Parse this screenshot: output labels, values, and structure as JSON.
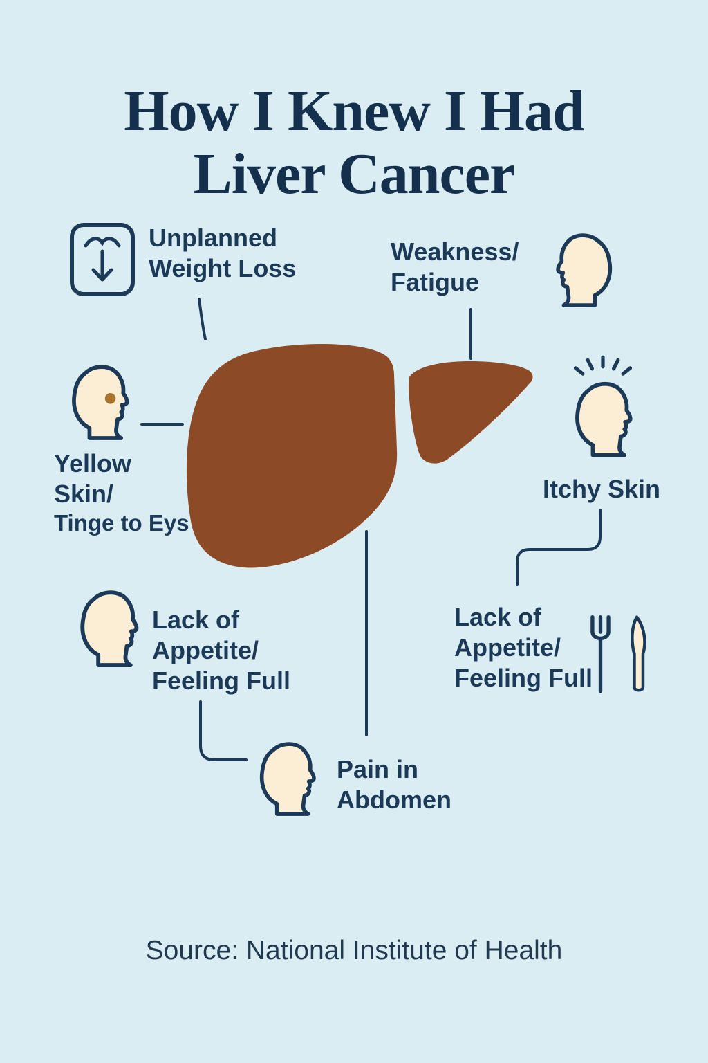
{
  "title": {
    "line1": "How I Knew I Had",
    "line2": "Liver Cancer"
  },
  "symptoms": {
    "weight_loss": {
      "line1": "Unplanned",
      "line2": "Weight Loss",
      "icon": "weight-scale-icon"
    },
    "weakness": {
      "line1": "Weakness/",
      "line2": "Fatigue",
      "icon": "head-profile-icon"
    },
    "yellow_skin": {
      "line1": "Yellow",
      "line2": "Skin/",
      "line3": "Tinge to Eys",
      "icon": "head-profile-spot-icon"
    },
    "itchy_skin": {
      "line1": "Itchy Skin",
      "icon": "head-itch-icon"
    },
    "appetite_left": {
      "line1": "Lack of",
      "line2": "Appetite/",
      "line3": "Feeling Full",
      "icon": "head-profile-icon"
    },
    "appetite_right": {
      "line1": "Lack of",
      "line2": "Appetite/",
      "line3": "Feeling Full",
      "icon": "fork-knife-icon"
    },
    "pain_abdomen": {
      "line1": "Pain in",
      "line2": "Abdomen",
      "icon": "head-profile-icon"
    }
  },
  "center_graphic": "liver-illustration",
  "source": "Source: National Institute of Health",
  "colors": {
    "background": "#d9edf2",
    "navy": "#1c3a57",
    "title_navy": "#14304d",
    "cream": "#fbeed4",
    "liver_brown": "#8d4a27",
    "skin_spot": "#a9742e"
  }
}
